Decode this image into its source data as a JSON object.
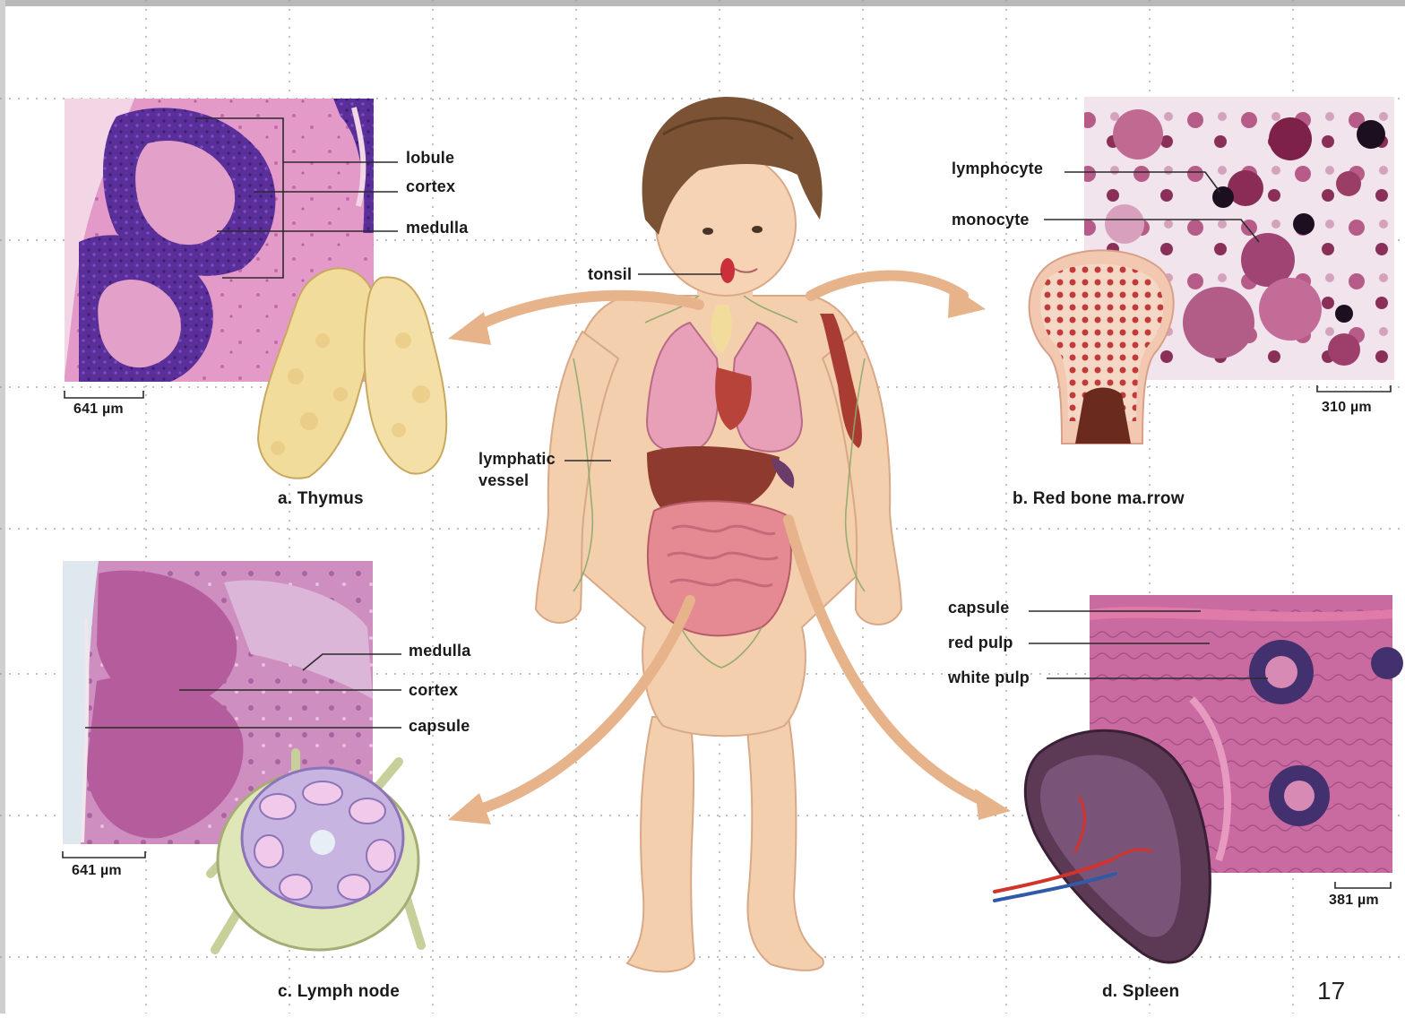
{
  "panels": {
    "thymus": {
      "caption": "a. Thymus",
      "labels": [
        "lobule",
        "cortex",
        "medulla"
      ],
      "scale": "641 µm"
    },
    "marrow": {
      "caption": "b. Red bone ma.rrow",
      "labels": [
        "lymphocyte",
        "monocyte"
      ],
      "scale": "310 µm"
    },
    "lymph_node": {
      "caption": "c. Lymph node",
      "labels": [
        "medulla",
        "cortex",
        "capsule"
      ],
      "scale": "641 µm"
    },
    "spleen": {
      "caption": "d. Spleen",
      "labels": [
        "capsule",
        "red pulp",
        "white pulp"
      ],
      "scale": "381 µm"
    }
  },
  "body": {
    "tonsil": "tonsil",
    "lymphatic_vessel": [
      "lymphatic",
      "vessel"
    ]
  },
  "page_number": "17",
  "colors": {
    "histo_purple": "#7a3fa0",
    "histo_pink": "#d98fc0",
    "skin": "#f3cfae",
    "arrow": "#e8b48c",
    "spleen": "#5c3a55",
    "thymus_gland": "#f2dc9c"
  }
}
